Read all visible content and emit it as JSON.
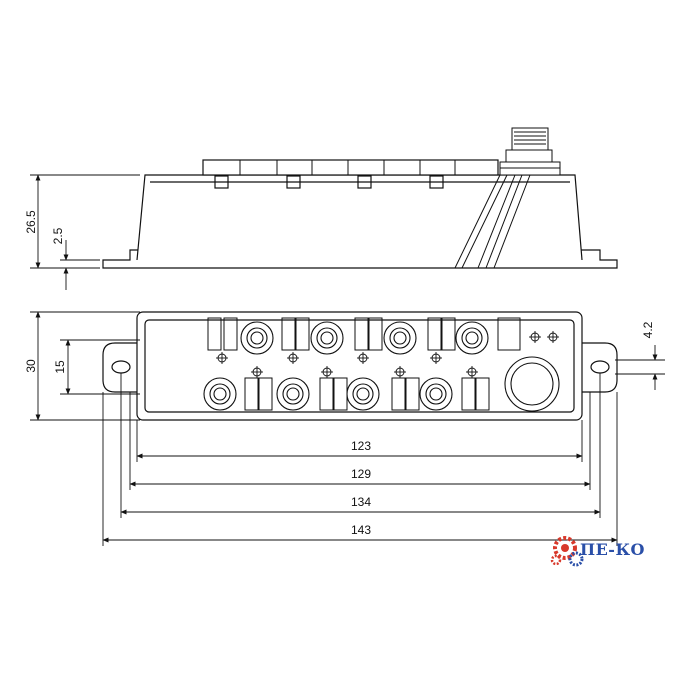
{
  "side_view": {
    "height_label": "26.5",
    "base_label": "2.5"
  },
  "top_view": {
    "height_label": "30",
    "hole_spacing_label": "15",
    "hole_diameter_label": "4.2"
  },
  "width_dimensions": {
    "d1": "123",
    "d2": "129",
    "d3": "134",
    "d4": "143"
  },
  "logo": {
    "text": "ПЕ-КО",
    "colors": {
      "gear_red": "#d8392b",
      "gear_blue": "#2a4fa8"
    }
  }
}
